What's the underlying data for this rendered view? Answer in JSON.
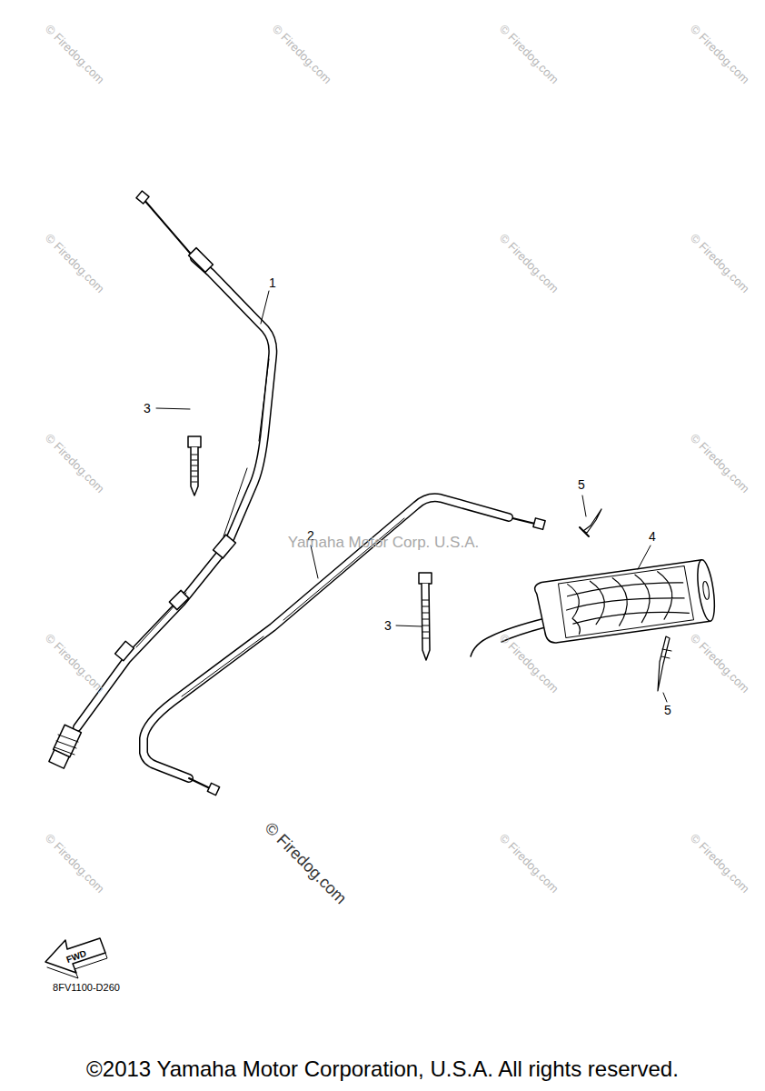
{
  "diagram": {
    "labels": [
      "1",
      "2",
      "3",
      "3",
      "4",
      "5",
      "5",
      "Yamaha Motor Corp. U.S.A.",
      "FWD",
      "8FV1100-D260",
      "© Firedog.com",
      "© Firedog.com",
      "© Firedog.com",
      "© Firedog.com",
      "© Firedog.com",
      "© Firedog.com",
      "© Firedog.com",
      "© Firedog.com",
      "© Firedog.com",
      "© Firedog.com",
      "© Firedog.com",
      "© Firedog.com",
      "© Firedog.com",
      "© Firedog.com",
      "© Firedog.com",
      "© Firedog.com",
      "©2013 Yamaha Motor Corporation, U.S.A. All rights reserved."
    ]
  }
}
